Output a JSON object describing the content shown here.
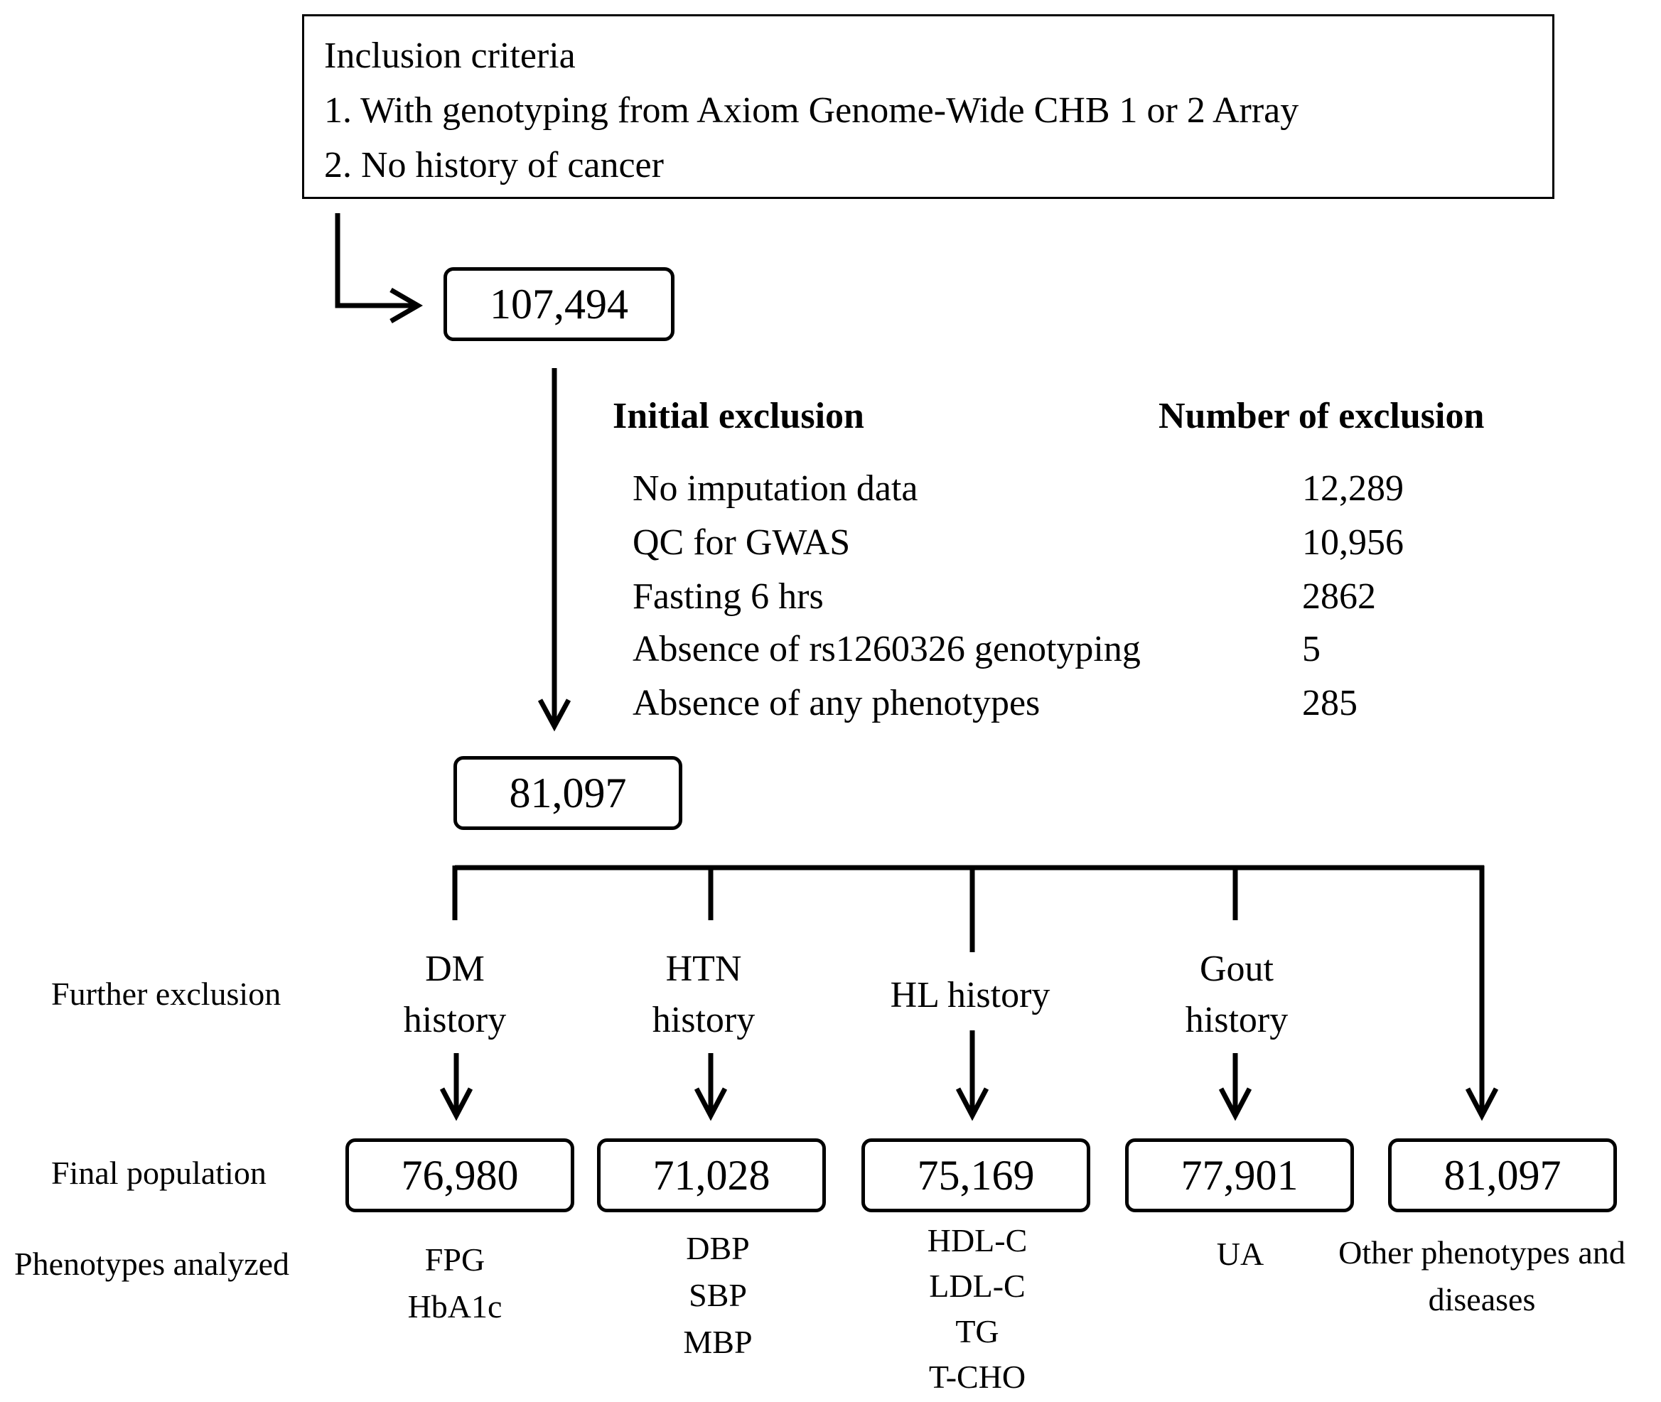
{
  "inclusion": {
    "title": "Inclusion criteria",
    "item1": "1. With genotyping from Axiom Genome-Wide CHB 1 or 2 Array",
    "item2": "2. No history of cancer"
  },
  "initial_count": "107,494",
  "exclusion": {
    "header_left": "Initial exclusion",
    "header_right": "Number of exclusion",
    "rows": [
      {
        "label": "No imputation data",
        "value": "12,289"
      },
      {
        "label": "QC for GWAS",
        "value": "10,956"
      },
      {
        "label": "Fasting 6 hrs",
        "value": "2862"
      },
      {
        "label": "Absence of rs1260326 genotyping",
        "value": "5"
      },
      {
        "label": "Absence of any phenotypes",
        "value": "285"
      }
    ]
  },
  "after_exclusion_count": "81,097",
  "row_labels": {
    "further_exclusion": "Further exclusion",
    "final_population": "Final population",
    "phenotypes_analyzed": "Phenotypes analyzed"
  },
  "branches": [
    {
      "history_line1": "DM",
      "history_line2": "history",
      "final": "76,980",
      "phenotypes": [
        "FPG",
        "HbA1c"
      ]
    },
    {
      "history_line1": "HTN",
      "history_line2": "history",
      "final": "71,028",
      "phenotypes": [
        "DBP",
        "SBP",
        "MBP"
      ]
    },
    {
      "history_line1": "HL history",
      "history_line2": "",
      "final": "75,169",
      "phenotypes": [
        "HDL-C",
        "LDL-C",
        "TG",
        "T-CHO"
      ]
    },
    {
      "history_line1": "Gout",
      "history_line2": "history",
      "final": "77,901",
      "phenotypes": [
        "UA"
      ]
    },
    {
      "history_line1": "",
      "history_line2": "",
      "final": "81,097",
      "phenotypes": [
        "Other phenotypes and",
        "diseases"
      ]
    }
  ]
}
